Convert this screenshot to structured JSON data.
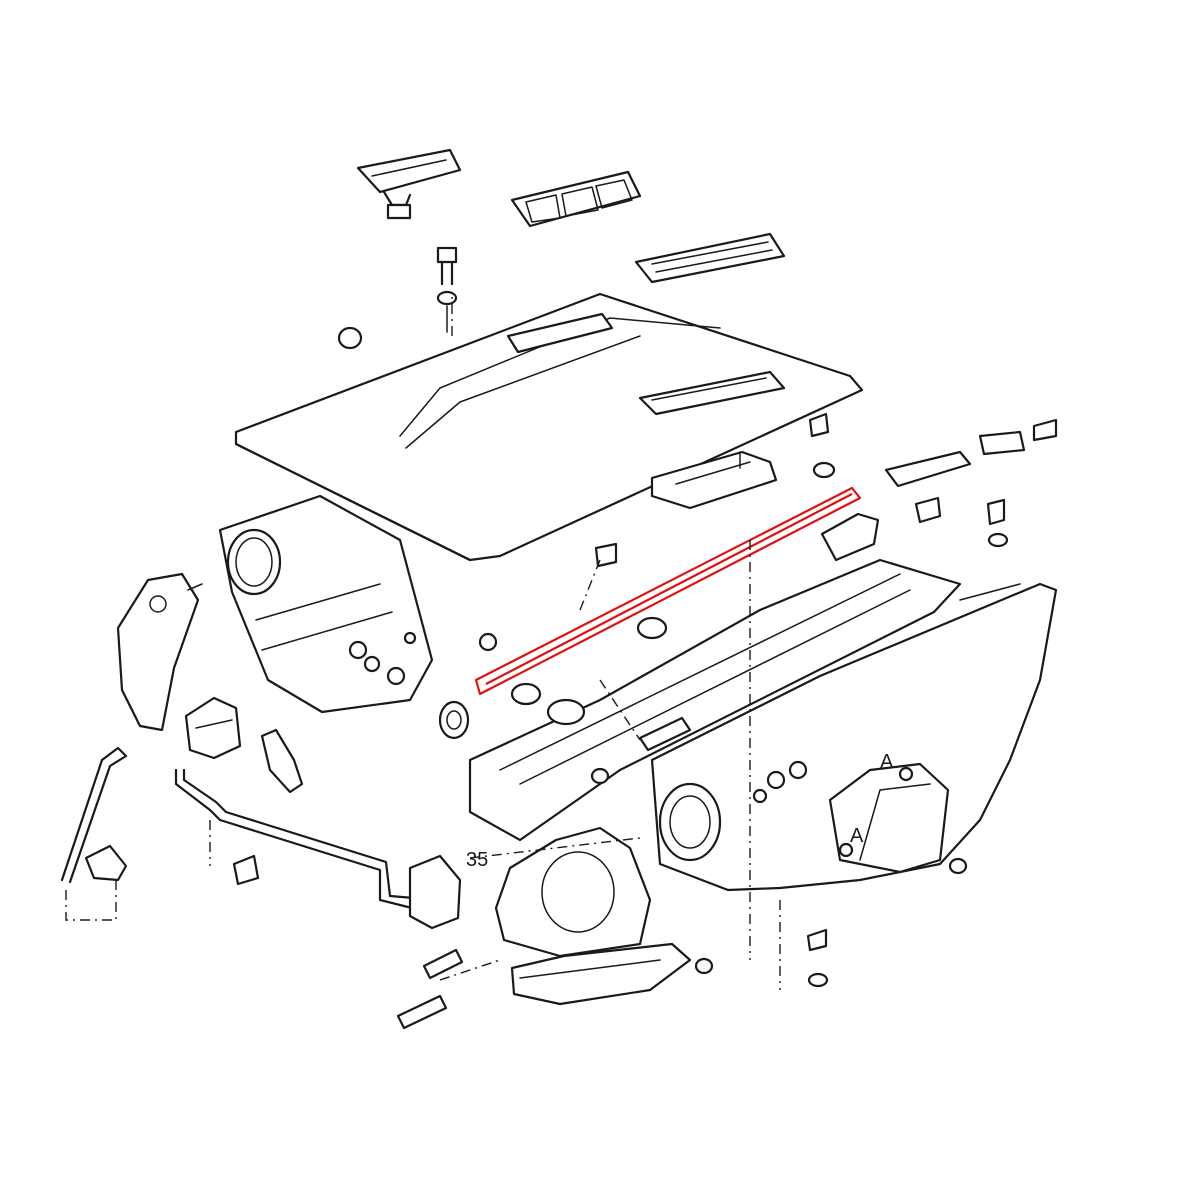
{
  "diagram": {
    "callout_part_number": "35",
    "ref_marker_upper": "A",
    "ref_marker_lower": "A",
    "highlight_color": "#e01010",
    "line_color": "#1a1a1a",
    "background_color": "#ffffff"
  }
}
